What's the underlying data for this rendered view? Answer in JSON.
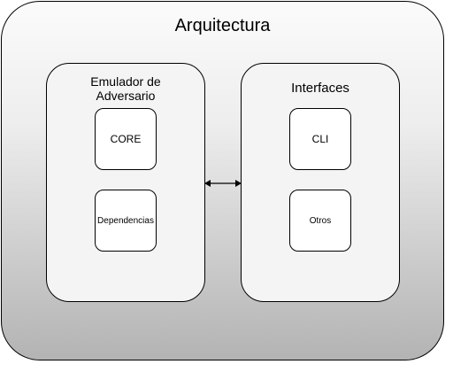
{
  "diagram": {
    "title": "Arquitectura",
    "panels": [
      {
        "title": "Emulador de\nAdversario",
        "components": [
          "CORE",
          "Dependencias"
        ]
      },
      {
        "title": "Interfaces",
        "components": [
          "CLI",
          "Otros"
        ]
      }
    ],
    "connector": "bidirectional-arrow"
  }
}
